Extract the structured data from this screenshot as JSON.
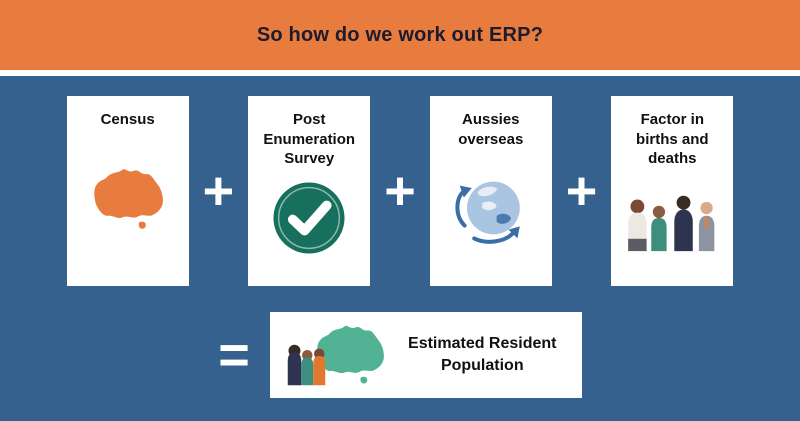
{
  "header": {
    "title": "So how do we work out ERP?"
  },
  "cards": [
    {
      "label": "Census",
      "icon": "australia-map-icon"
    },
    {
      "label": "Post Enumeration Survey",
      "icon": "checkmark-circle-icon"
    },
    {
      "label": "Aussies overseas",
      "icon": "globe-arrows-icon"
    },
    {
      "label": "Factor in births and deaths",
      "icon": "people-group-icon"
    }
  ],
  "operators": {
    "plus": "+",
    "equals": "="
  },
  "result": {
    "label": "Estimated Resident Population",
    "icon": "australia-people-icon"
  },
  "colors": {
    "header_bg": "#e87c3e",
    "body_bg": "#35618e",
    "card_bg": "#ffffff",
    "accent_orange": "#e87c3e",
    "check_teal": "#17705e",
    "erp_teal": "#52b394",
    "globe_blue": "#a9c5e2",
    "title_text": "#1c1c2e"
  }
}
